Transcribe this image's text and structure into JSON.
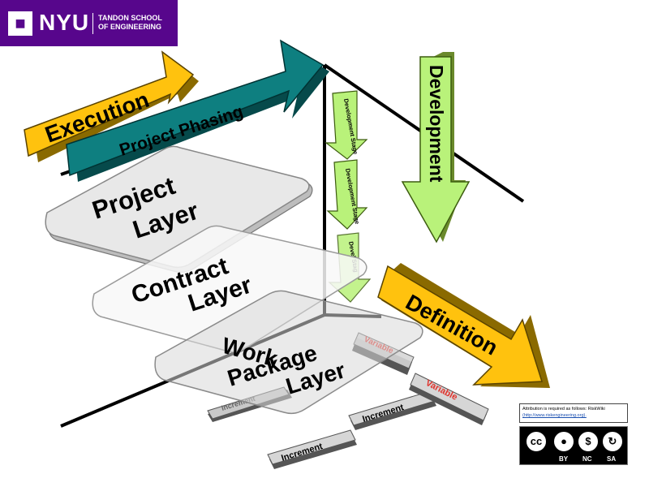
{
  "logo": {
    "brand": "NYU",
    "school_line1": "TANDON SCHOOL",
    "school_line2": "OF ENGINEERING"
  },
  "arrows": {
    "execution": "Execution",
    "project_phasing": "Project Phasing",
    "development": "Development",
    "definition": "Definition"
  },
  "stages": [
    "Development Stage",
    "Development Stage",
    "Devel Stag"
  ],
  "layers": {
    "project": [
      "Project",
      "Layer"
    ],
    "contract": [
      "Contract",
      "Layer"
    ],
    "work_package": [
      "Work",
      "Package",
      "Layer"
    ]
  },
  "blocks": {
    "increment": "Increment",
    "variable": "Variable"
  },
  "attribution": {
    "text": "Attribution is required as follows: RiskWiki",
    "url": "(http://www.riskengineering.org)."
  },
  "license": {
    "by": "BY",
    "nc": "NC",
    "sa": "SA"
  },
  "colors": {
    "yellow": "#ffc20e",
    "teal": "#0e7f80",
    "green": "#b9f27a",
    "purple": "#57068c",
    "variable_red": "#e0312b"
  }
}
